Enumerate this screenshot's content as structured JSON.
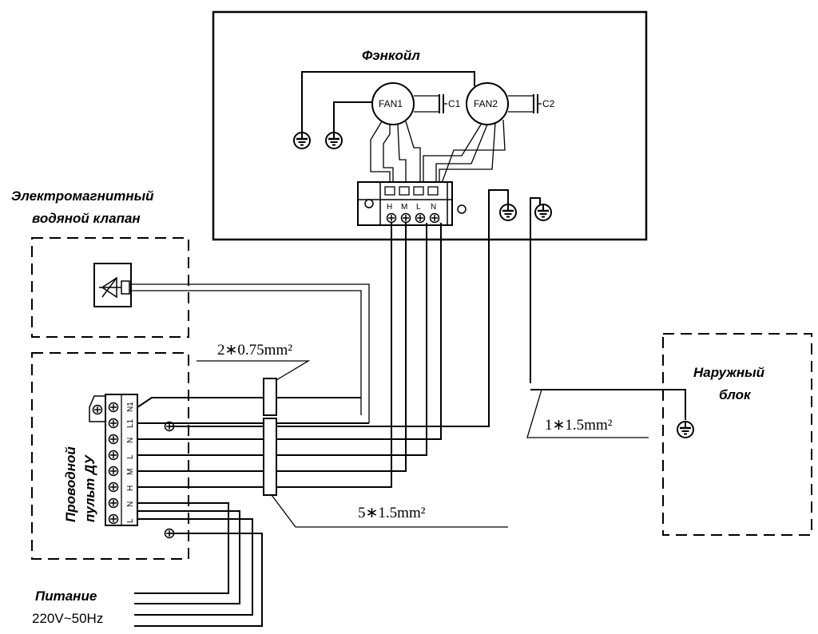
{
  "fancoil": {
    "title": "Фэнкойл",
    "fan1": "FAN1",
    "fan2": "FAN2",
    "c1": "C1",
    "c2": "C2",
    "terminal_labels": [
      "H",
      "M",
      "L",
      "N"
    ]
  },
  "valve": {
    "title_line1": "Электромагнитный",
    "title_line2": "водяной клапан"
  },
  "controller": {
    "title_line1": "Проводной",
    "title_line2": "пульт ДУ",
    "terminal_labels": [
      "N1",
      "L1",
      "N",
      "L",
      "M",
      "H",
      "N",
      "L"
    ]
  },
  "outdoor": {
    "title_line1": "Наружный",
    "title_line2": "блок"
  },
  "power": {
    "title": "Питание",
    "spec": "220V~50Hz"
  },
  "cables": {
    "valve_cable": "2∗0.75mm²",
    "ground_cable": "1∗1.5mm²",
    "main_cable": "5∗1.5mm²"
  }
}
